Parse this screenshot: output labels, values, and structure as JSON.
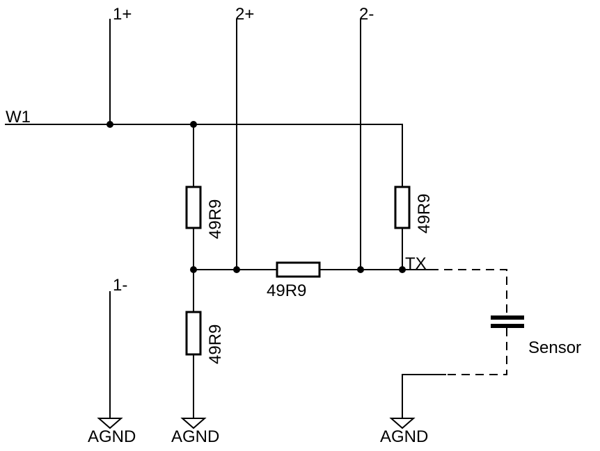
{
  "nets": {
    "w1": "W1",
    "p1": "1+",
    "p2": "2+",
    "n2": "2-",
    "n1": "1-",
    "tx": "TX"
  },
  "resistors": {
    "r_left_top": "49R9",
    "r_right_top": "49R9",
    "r_horizontal": "49R9",
    "r_left_bottom": "49R9"
  },
  "components": {
    "sensor": "Sensor"
  },
  "grounds": {
    "g1": "AGND",
    "g2": "AGND",
    "g3": "AGND"
  }
}
